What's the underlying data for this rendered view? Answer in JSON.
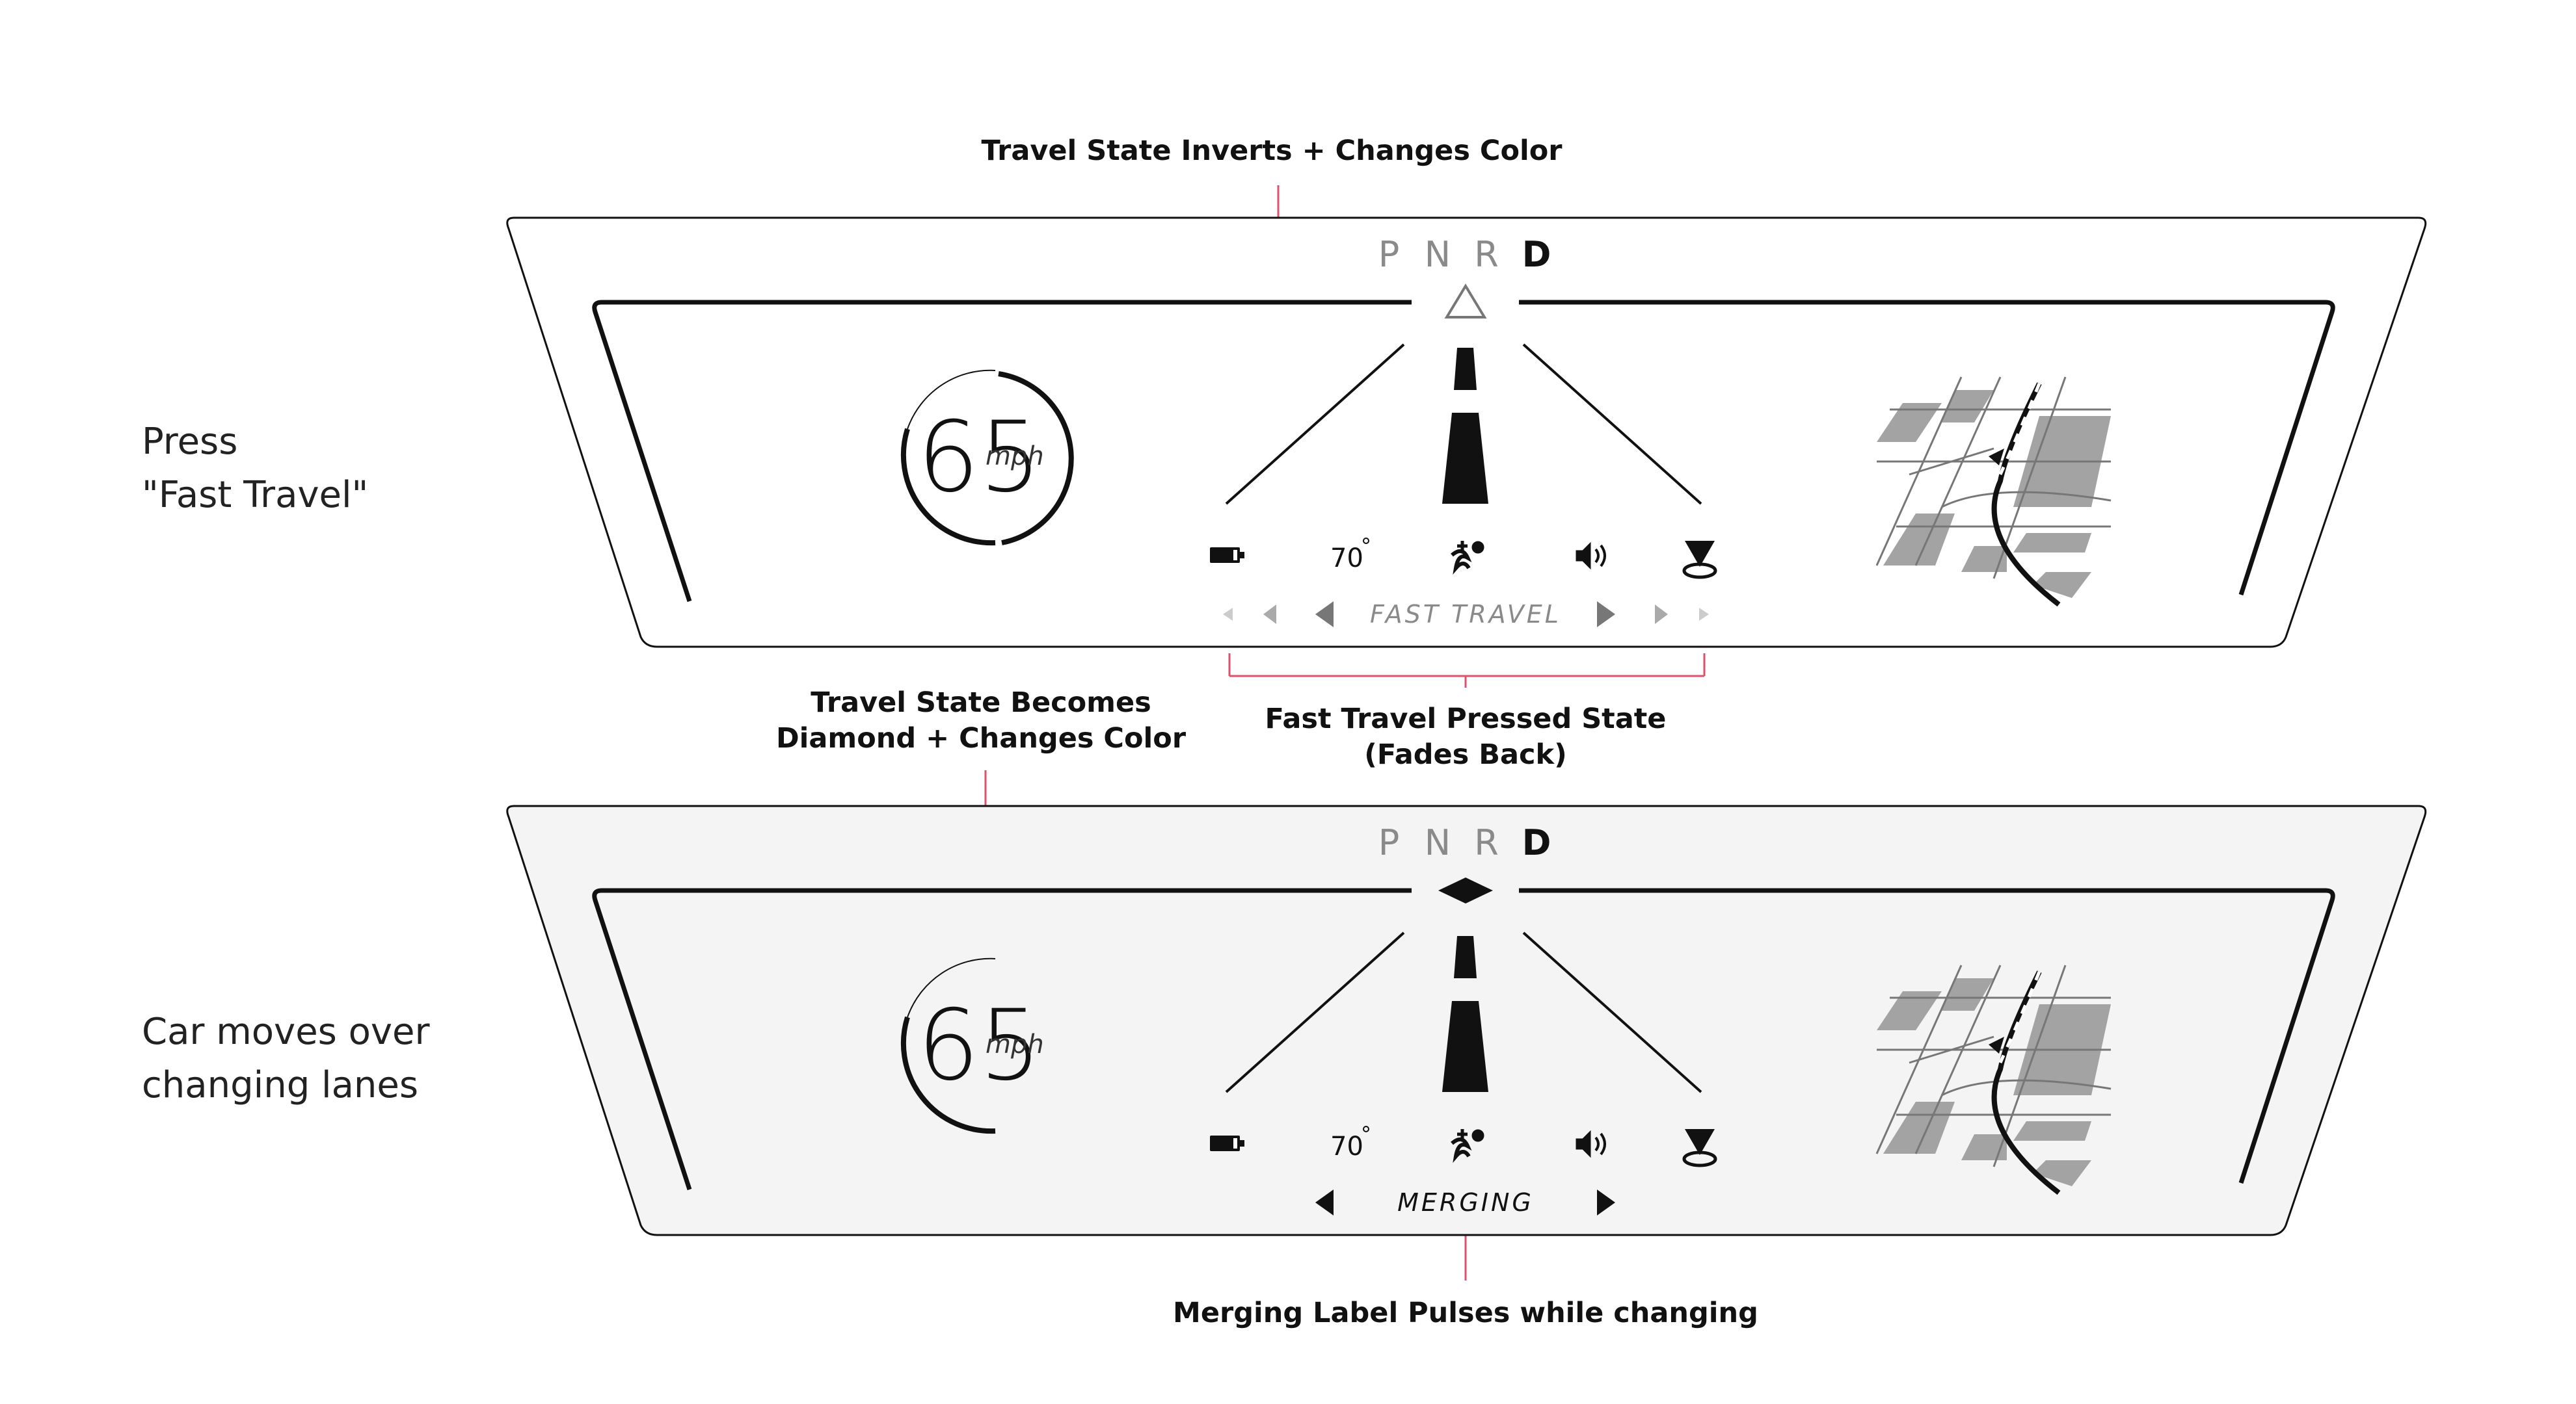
{
  "annotations": {
    "travel_state_inverts": "Travel State Inverts + Changes Color",
    "travel_state_becomes_line1": "Travel State Becomes",
    "travel_state_becomes_line2": "Diamond + Changes Color",
    "fast_travel_pressed_line1": "Fast Travel Pressed State",
    "fast_travel_pressed_line2": "(Fades Back)",
    "merging_pulses": "Merging Label Pulses while changing"
  },
  "side_labels": {
    "top_line1": "Press",
    "top_line2": "\"Fast Travel\"",
    "bottom_line1": "Car moves over",
    "bottom_line2": "changing lanes"
  },
  "panel_top": {
    "gears": [
      "P",
      "N",
      "R"
    ],
    "active_gear": "D",
    "travel_state_icon": "triangle-outline-icon",
    "speed": "65",
    "speed_unit": "mph",
    "temperature": "70",
    "status_label": "FAST TRAVEL"
  },
  "panel_bottom": {
    "gears": [
      "P",
      "N",
      "R"
    ],
    "active_gear": "D",
    "travel_state_icon": "diamond-filled-icon",
    "speed": "65",
    "speed_unit": "mph",
    "temperature": "70",
    "status_label": "MERGING"
  },
  "icons": [
    "battery-icon",
    "temperature-icon",
    "fan-icon",
    "volume-icon",
    "navigation-pin-icon",
    "map-icon",
    "road-icon"
  ],
  "colors": {
    "annotation_line": "#e0506a",
    "panel_top_bg": "#ffffff",
    "panel_bottom_bg": "#f4f4f4",
    "outline": "#111111",
    "inactive_gray": "#8a8a8a",
    "map_block": "#a3a3a3"
  }
}
